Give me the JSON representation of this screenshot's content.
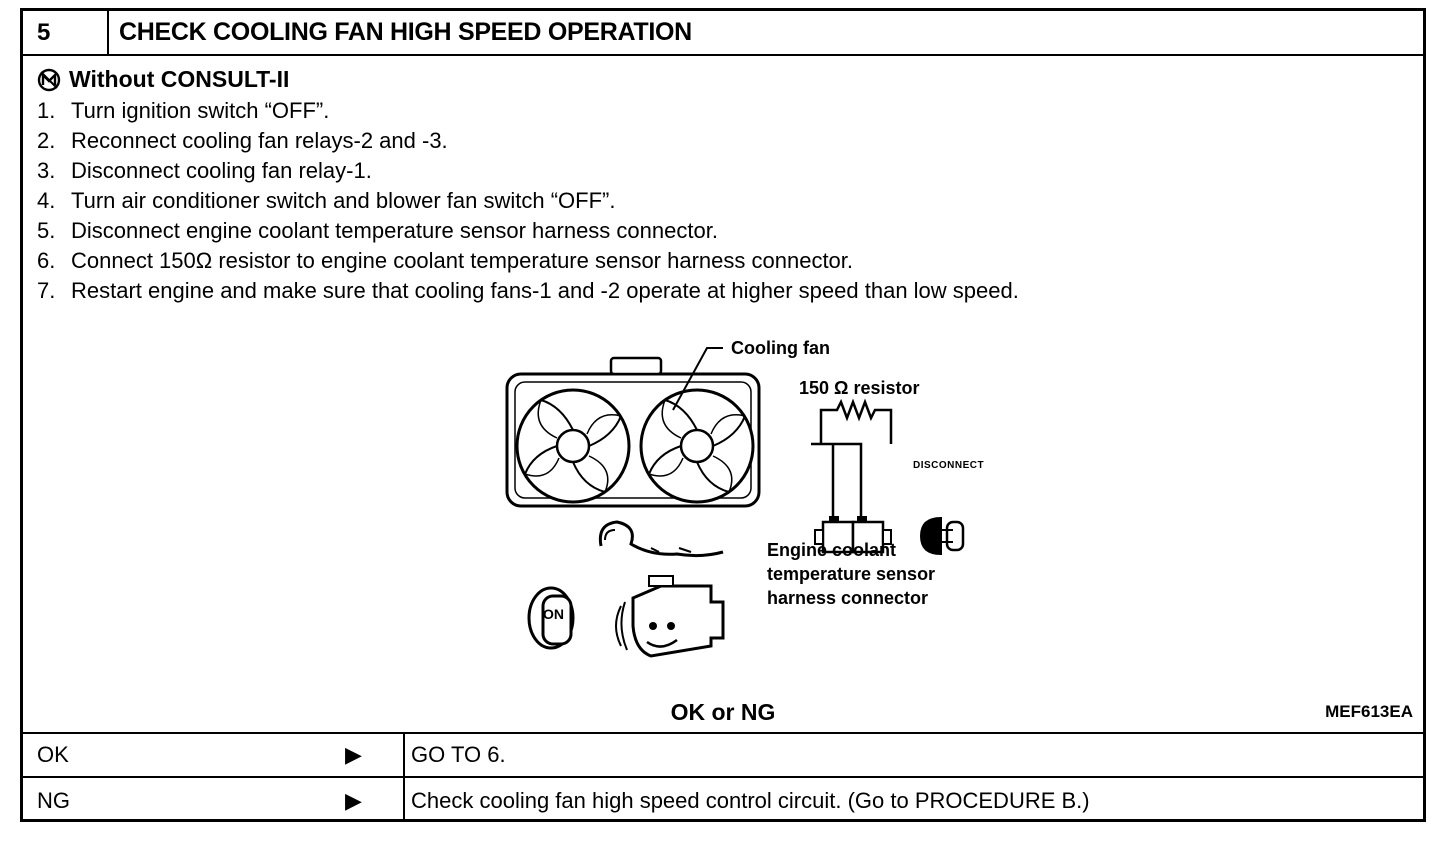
{
  "header": {
    "step": "5",
    "title": "CHECK COOLING FAN HIGH SPEED OPERATION"
  },
  "method": {
    "icon": "consult-off-icon",
    "label": "Without CONSULT-II"
  },
  "steps": [
    {
      "n": "1.",
      "text": "Turn ignition switch “OFF”."
    },
    {
      "n": "2.",
      "text": "Reconnect cooling fan relays-2 and -3."
    },
    {
      "n": "3.",
      "text": "Disconnect cooling fan relay-1."
    },
    {
      "n": "4.",
      "text": "Turn air conditioner switch and blower fan switch “OFF”."
    },
    {
      "n": "5.",
      "text": "Disconnect engine coolant temperature sensor harness connector."
    },
    {
      "n": "6.",
      "text": "Connect 150Ω resistor to engine coolant temperature sensor harness connector."
    },
    {
      "n": "7.",
      "text": "Restart engine and make sure that cooling fans-1 and -2 operate at higher speed than low speed."
    }
  ],
  "figure": {
    "cooling_fan": "Cooling fan",
    "resistor": "150 Ω resistor",
    "disconnect": "DISCONNECT",
    "connector_line1": "Engine coolant",
    "connector_line2": "temperature sensor",
    "connector_line3": "harness connector",
    "key_label": "ON",
    "code": "MEF613EA"
  },
  "decision": "OK or NG",
  "results": [
    {
      "key": "OK",
      "action": "GO TO 6."
    },
    {
      "key": "NG",
      "action": "Check cooling fan high speed control circuit. (Go to PROCEDURE B.)"
    }
  ],
  "arrow_glyph": "▶"
}
